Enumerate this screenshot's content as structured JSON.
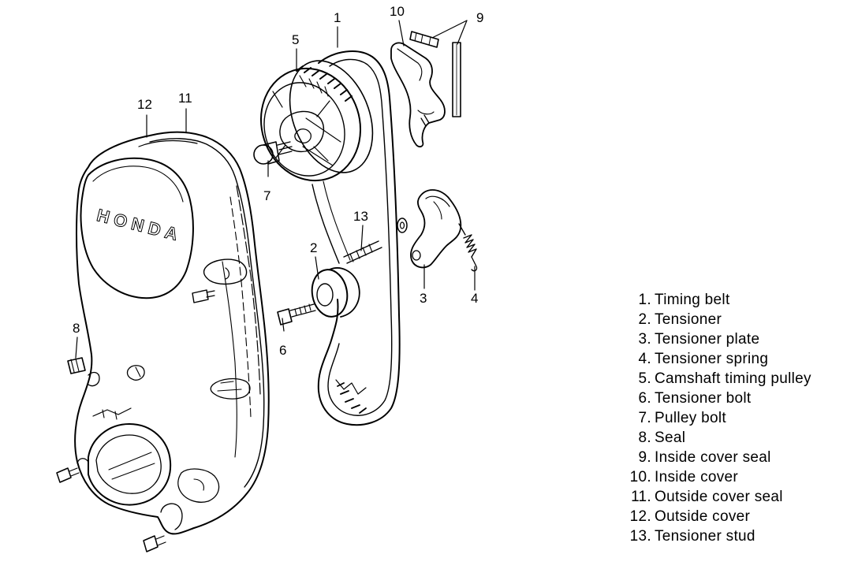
{
  "callouts": [
    {
      "id": "c1",
      "text": "1"
    },
    {
      "id": "c2",
      "text": "2"
    },
    {
      "id": "c3",
      "text": "3"
    },
    {
      "id": "c4",
      "text": "4"
    },
    {
      "id": "c5",
      "text": "5"
    },
    {
      "id": "c6",
      "text": "6"
    },
    {
      "id": "c7",
      "text": "7"
    },
    {
      "id": "c8",
      "text": "8"
    },
    {
      "id": "c9",
      "text": "9"
    },
    {
      "id": "c10",
      "text": "10"
    },
    {
      "id": "c11",
      "text": "11"
    },
    {
      "id": "c12",
      "text": "12"
    },
    {
      "id": "c13",
      "text": "13"
    }
  ],
  "legend": [
    {
      "num": "1.",
      "label": "Timing belt"
    },
    {
      "num": "2.",
      "label": "Tensioner"
    },
    {
      "num": "3.",
      "label": "Tensioner plate"
    },
    {
      "num": "4.",
      "label": "Tensioner spring"
    },
    {
      "num": "5.",
      "label": "Camshaft timing pulley"
    },
    {
      "num": "6.",
      "label": "Tensioner bolt"
    },
    {
      "num": "7.",
      "label": "Pulley bolt"
    },
    {
      "num": "8.",
      "label": "Seal"
    },
    {
      "num": "9.",
      "label": "Inside cover seal"
    },
    {
      "num": "10.",
      "label": "Inside cover"
    },
    {
      "num": "11.",
      "label": "Outside cover seal"
    },
    {
      "num": "12.",
      "label": "Outside cover"
    },
    {
      "num": "13.",
      "label": "Tensioner stud"
    }
  ],
  "cover_logo": "HONDA"
}
